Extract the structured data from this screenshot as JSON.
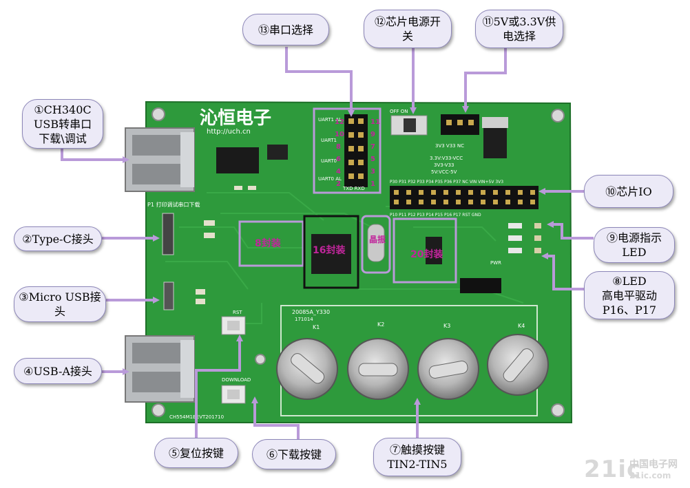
{
  "board": {
    "brand_text": "沁恒电子",
    "url_text": "http://uch.cn",
    "silk": {
      "p1_label": "P1 打印调试串口下载",
      "board_id": "CH554M1BEVT201710",
      "touch_id": "20085A_Y330",
      "touch_date": "171014",
      "rst_label": "RST",
      "download_label": "DOWNLOAD",
      "pwr_label": "PWR",
      "header_top": "P30 P31 P32 P33 P34 P35 P36 P37  NC  VIN VIN+5V 3V3",
      "header_bottom": "P10 P11 P12 P13 P14 P15 P16 P17 RST GND",
      "uart_labels": [
        "UART1 AL",
        "UART1",
        "UART0",
        "UART0 AL"
      ],
      "txd_rxd": "TXD RXD",
      "k_labels": [
        "K1",
        "K2",
        "K3",
        "K4"
      ],
      "pkg_labels": [
        "8封装",
        "16封装",
        "晶振",
        "20封装"
      ],
      "off_on": "OFF  ON",
      "vsel_labels": [
        "3V3 V33 NC"
      ],
      "power_notes": [
        "3.3V:V33-VCC",
        "3V3-V33",
        "5V:VCC-5V"
      ],
      "jumper_numbers": [
        "1",
        "3",
        "5",
        "7",
        "9",
        "11",
        "2",
        "4",
        "6",
        "8",
        "10",
        "12"
      ]
    }
  },
  "callouts": {
    "c1": "①CH340C\nUSB转串口\n下载\\调试",
    "c2": "②Type-C接头",
    "c3": "③Micro USB接\n头",
    "c4": "④USB-A接头",
    "c5": "⑤复位按键",
    "c6": "⑥下载按键",
    "c7": "⑦触摸按键\nTIN2-TIN5",
    "c8": "⑧LED\n高电平驱动\nP16、P17",
    "c9": "⑨电源指示\nLED",
    "c10": "⑩芯片IO",
    "c11": "⑪5V或3.3V供\n电选择",
    "c12": "⑫芯片电源开\n关",
    "c13": "⑬串口选择"
  },
  "watermark": {
    "big": "21ic",
    "cn": "中国电子网",
    "sub": "21ic.com"
  },
  "colors": {
    "pcb": "#2e9a3c",
    "pcb_dark": "#1f7a2c",
    "arrow": "#b99ad9",
    "callout_fill": "#eceaf7",
    "pkg_marker": "#c0269b"
  }
}
